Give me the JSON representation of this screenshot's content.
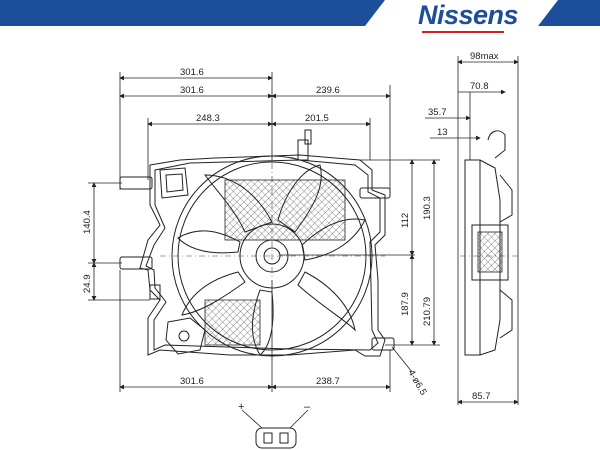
{
  "brand": {
    "logo_text": "Nissens",
    "banner_color": "#1d4e9a",
    "accent_color": "#d01f2b"
  },
  "dimensions": {
    "top_total_1": "301.6",
    "top_total_2": "301.6",
    "top_right": "239.6",
    "mid_left": "248.3",
    "mid_right": "201.5",
    "left_height": "140.4",
    "left_low": "24.9",
    "right_upper": "112",
    "right_total": "190.3",
    "right_lower": "187.9",
    "right_lower_total": "210.79",
    "bottom_left": "301.6",
    "bottom_right": "238.7",
    "holes": "4-ø6.5",
    "side_max": "98max",
    "side_a": "70.8",
    "side_b": "35.7",
    "side_c": "13",
    "side_bottom": "85.7"
  },
  "connector": {
    "plus": "+",
    "minus": "–"
  }
}
